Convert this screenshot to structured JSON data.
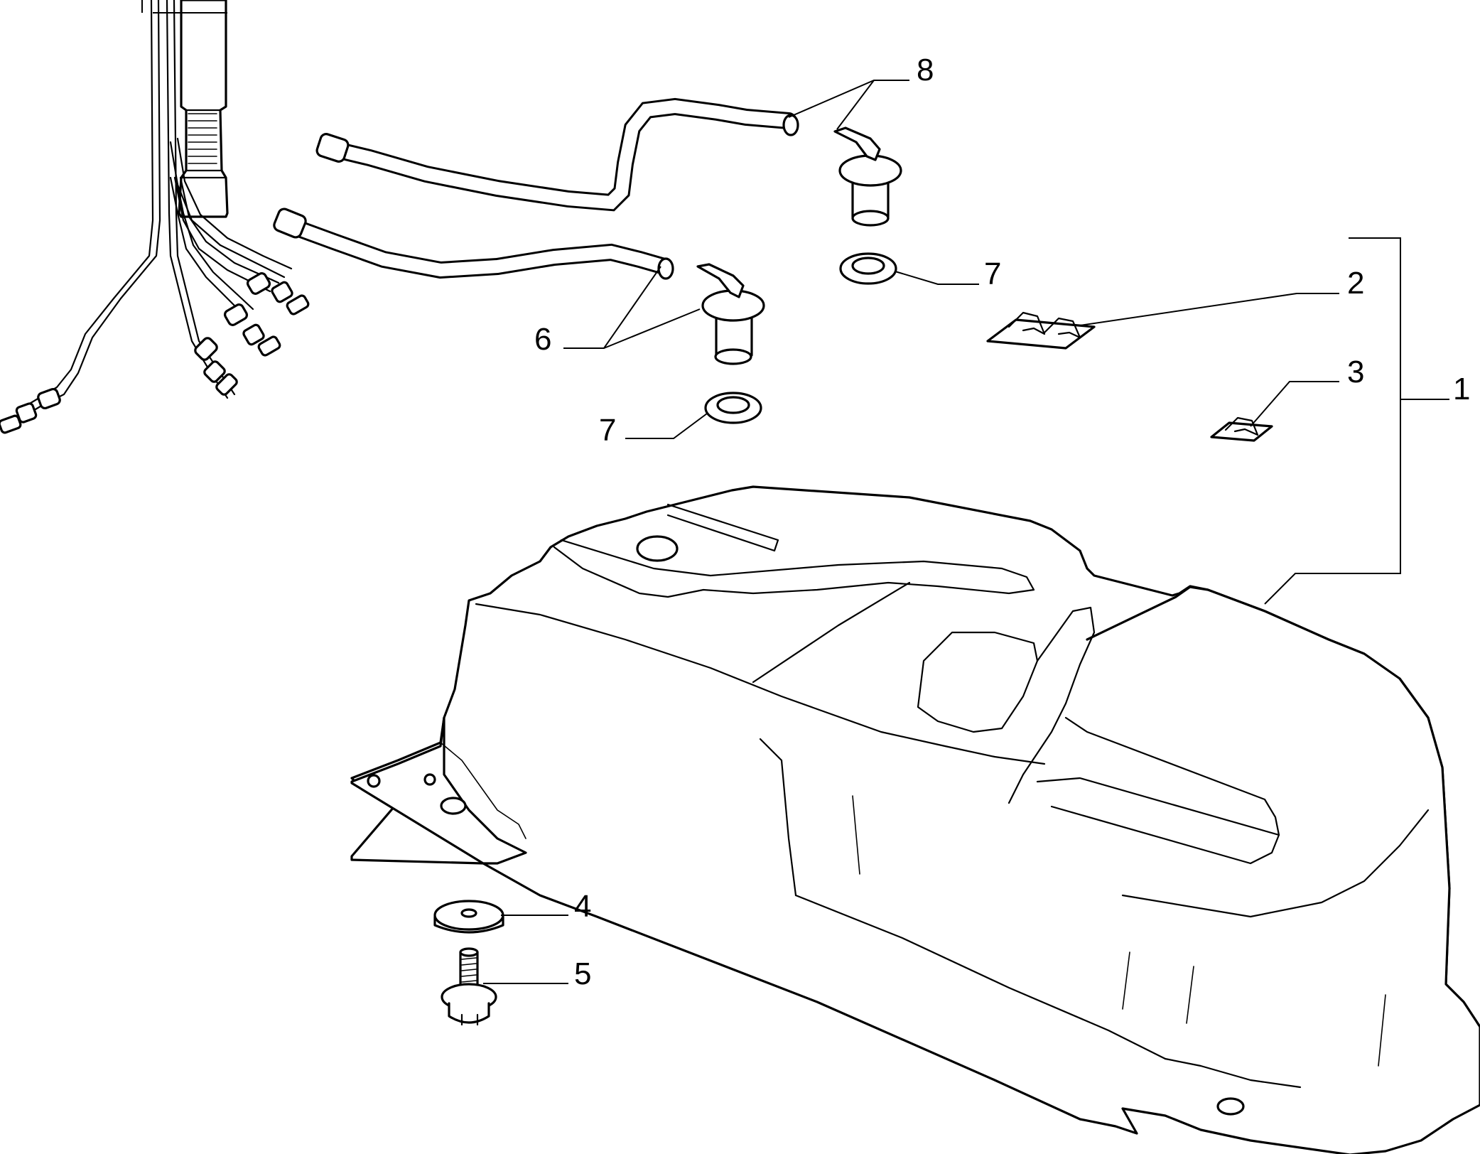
{
  "diagram": {
    "callouts": {
      "c1": "1",
      "c2": "2",
      "c3": "3",
      "c4": "4",
      "c5": "5",
      "c6": "6",
      "c7a": "7",
      "c7b": "7",
      "c8": "8"
    },
    "colors": {
      "line": "#000000",
      "background": "#ffffff"
    }
  }
}
